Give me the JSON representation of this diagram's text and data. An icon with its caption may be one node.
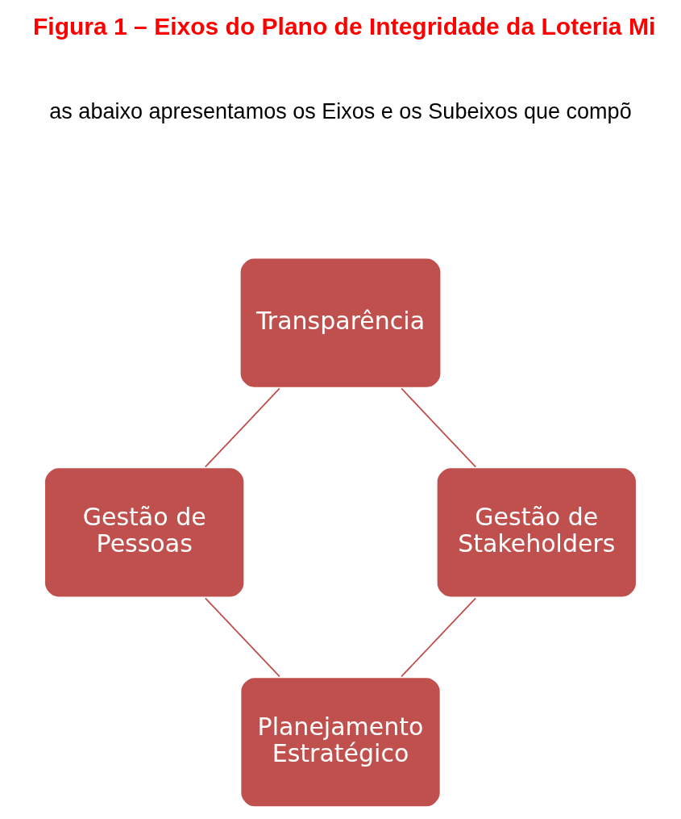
{
  "diagram": {
    "title": "Figura 1 – Eixos do Plano de Integridade da Loteria Mi",
    "nodes": [
      {
        "text": [
          "Transparência"
        ]
      },
      {
        "text": [
          "Gestão de Pessoas"
        ]
      },
      {
        "text": [
          "Planejamento Estratégico"
        ]
      },
      {
        "text": [
          "Gestão de Stakeholders"
        ]
      }
    ],
    "edges": [
      {
        "from": 0,
        "to": 1,
        "arrow": "none"
      },
      {
        "from": 1,
        "to": 2,
        "arrow": "none"
      },
      {
        "from": 2,
        "to": 3,
        "arrow": "none"
      },
      {
        "from": 3,
        "to": 0,
        "arrow": "none"
      }
    ],
    "labels": [
      "as abaixo apresentamos os Eixos e os Subeixos que compõ"
    ]
  }
}
